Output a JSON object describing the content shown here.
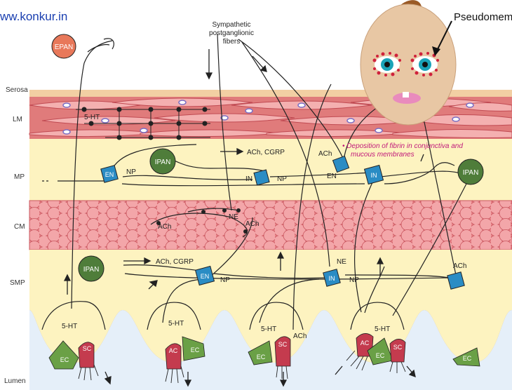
{
  "watermark": "ww.konkur.in",
  "callout": "Pseudomem",
  "fibrin_note": [
    "• Deposition of fibrin in conjunctiva and",
    "mucous membranes"
  ],
  "layers": {
    "serosa": "Serosa",
    "lm": "LM",
    "mp": "MP",
    "cm": "CM",
    "smp": "SMP",
    "lumen": "Lumen"
  },
  "header": [
    "Sympathetic",
    "postganglionic",
    "fibers"
  ],
  "labels": {
    "epan": "EPAN",
    "ipan": "IPAN",
    "en": "EN",
    "in": "IN",
    "np": "NP",
    "ach": "ACh",
    "ach_cgrp": "ACh, CGRP",
    "ne": "NE",
    "five_ht": "5-HT",
    "ec": "EC",
    "sc": "SC",
    "ac": "AC"
  },
  "colors": {
    "serosa": "#f2cfa3",
    "muscle": "#e07b7b",
    "plexus": "#fdf3c0",
    "ipan": "#4f7d3a",
    "epan": "#e8785a",
    "neuron": "#2a8cc4",
    "ec_cell": "#6aa046",
    "sc_cell": "#c43b4e",
    "mucosa": "#b99a78",
    "fibrin_text": "#c0187a"
  }
}
